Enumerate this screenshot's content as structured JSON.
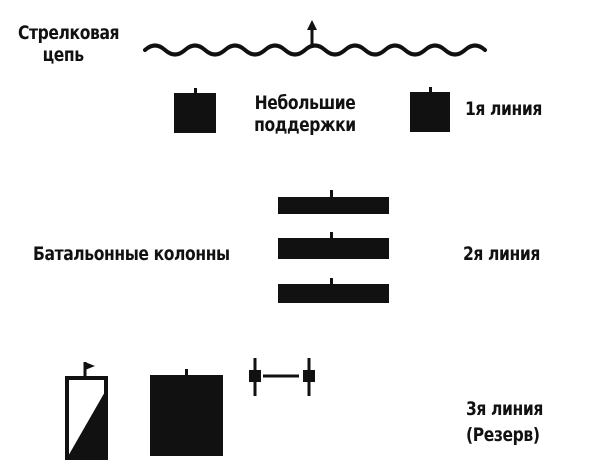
{
  "skirmish_line": {
    "label_line1": "Стрелковая",
    "label_line2": "цепь"
  },
  "supports": {
    "label_line1": "Небольшие",
    "label_line2": "поддержки"
  },
  "battalion_columns": {
    "label": "Батальонные колонны"
  },
  "lines": {
    "first": "1я линия",
    "second": "2я линия",
    "third": "3я линия",
    "reserve": "(Резерв)"
  },
  "colors": {
    "ink": "#111111",
    "background": "#ffffff"
  }
}
